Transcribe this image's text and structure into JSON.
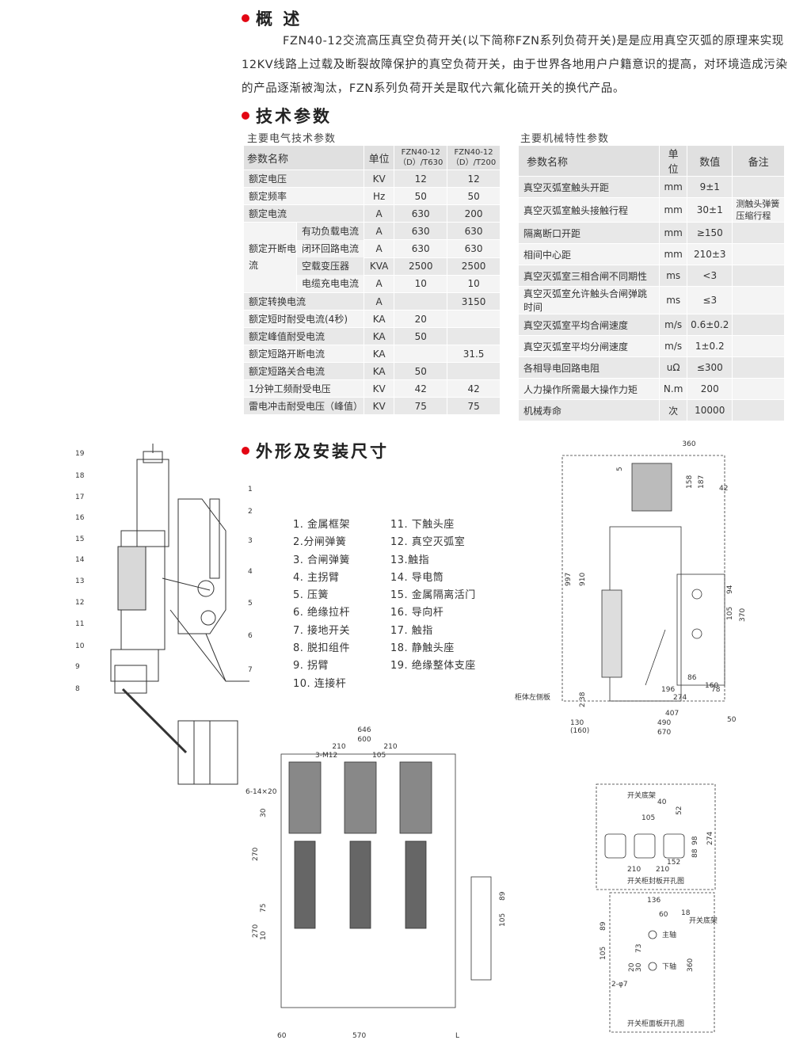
{
  "overview": {
    "title": "概 述",
    "text": "FZN40-12交流高压真空负荷开关(以下简称FZN系列负荷开关)是是应用真空灭弧的原理来实现12KV线路上过载及断裂故障保护的真空负荷开关，由于世界各地用户户籍意识的提高，对环境造成污染的产品逐渐被淘汰，FZN系列负荷开关是取代六氟化硫开关的换代产品。"
  },
  "tech": {
    "title": "技术参数",
    "electrical_caption": "主要电气技术参数",
    "mechanical_caption": "主要机械特性参数"
  },
  "electrical_table": {
    "headers": [
      "参数名称",
      "单位",
      "FZN40-12（D）/T630",
      "FZN40-12（D）/T200"
    ],
    "rows": [
      {
        "name": "额定电压",
        "unit": "KV",
        "a": "12",
        "b": "12"
      },
      {
        "name": "额定频率",
        "unit": "Hz",
        "a": "50",
        "b": "50"
      },
      {
        "name": "额定电流",
        "unit": "A",
        "a": "630",
        "b": "200"
      }
    ],
    "group_name": "额定开断电流",
    "group_rows": [
      {
        "name": "有功负载电流",
        "unit": "A",
        "a": "630",
        "b": "630"
      },
      {
        "name": "闭环回路电流",
        "unit": "A",
        "a": "630",
        "b": "630"
      },
      {
        "name": "空载变压器",
        "unit": "KVA",
        "a": "2500",
        "b": "2500"
      },
      {
        "name": "电缆充电电流",
        "unit": "A",
        "a": "10",
        "b": "10"
      }
    ],
    "rows2": [
      {
        "name": "额定转换电流",
        "unit": "A",
        "a": "",
        "b": "3150"
      },
      {
        "name": "额定短时耐受电流(4秒)",
        "unit": "KA",
        "a": "20",
        "b": ""
      },
      {
        "name": "额定峰值耐受电流",
        "unit": "KA",
        "a": "50",
        "b": ""
      },
      {
        "name": "额定短路开断电流",
        "unit": "KA",
        "a": "",
        "b": "31.5"
      },
      {
        "name": "额定短路关合电流",
        "unit": "KA",
        "a": "50",
        "b": ""
      },
      {
        "name": "1分钟工频耐受电压",
        "unit": "KV",
        "a": "42",
        "b": "42"
      },
      {
        "name": "雷电冲击耐受电压（峰值）",
        "unit": "KV",
        "a": "75",
        "b": "75"
      }
    ]
  },
  "mechanical_table": {
    "headers": [
      "参数名称",
      "单位",
      "数值",
      "备注"
    ],
    "rows": [
      {
        "name": "真空灭弧室触头开距",
        "unit": "mm",
        "value": "9±1",
        "note": ""
      },
      {
        "name": "真空灭弧室触头接触行程",
        "unit": "mm",
        "value": "30±1",
        "note": "测触头弹簧压缩行程"
      },
      {
        "name": "隔离断口开距",
        "unit": "mm",
        "value": "≥150",
        "note": ""
      },
      {
        "name": "相间中心距",
        "unit": "mm",
        "value": "210±3",
        "note": ""
      },
      {
        "name": "真空灭弧室三相合闸不同期性",
        "unit": "ms",
        "value": "<3",
        "note": ""
      },
      {
        "name": "真空灭弧室允许触头合闸弹跳时间",
        "unit": "ms",
        "value": "≤3",
        "note": ""
      },
      {
        "name": "真空灭弧室平均合闸速度",
        "unit": "m/s",
        "value": "0.6±0.2",
        "note": ""
      },
      {
        "name": "真空灭弧室平均分闸速度",
        "unit": "m/s",
        "value": "1±0.2",
        "note": ""
      },
      {
        "name": "各相导电回路电阻",
        "unit": "uΩ",
        "value": "≤300",
        "note": ""
      },
      {
        "name": "人力操作所需最大操作力矩",
        "unit": "N.m",
        "value": "200",
        "note": ""
      },
      {
        "name": "机械寿命",
        "unit": "次",
        "value": "10000",
        "note": ""
      }
    ]
  },
  "dimensions": {
    "title": "外形及安装尺寸",
    "legend_left": [
      "1. 金属框架",
      "2.分闸弹簧",
      "3. 合闸弹簧",
      "4. 主拐臂",
      "5. 压簧",
      "6. 绝缘拉杆",
      "7. 接地开关",
      "8. 脱扣组件",
      "9. 拐臂",
      "10. 连接杆"
    ],
    "legend_right": [
      "11. 下触头座",
      "12. 真空灭弧室",
      "13.触指",
      "14. 导电筒",
      "15. 金属隔离活门",
      "16. 导向杆",
      "17. 触指",
      "18. 静触头座",
      "19. 绝缘整体支座"
    ],
    "side_numbers_left": [
      "19",
      "18",
      "17",
      "16",
      "15",
      "14",
      "13",
      "12",
      "11",
      "10",
      "9",
      "8"
    ],
    "side_numbers_right": [
      "1",
      "2",
      "3",
      "4",
      "5",
      "6",
      "7"
    ],
    "side_view": {
      "top": "360",
      "d5": "5",
      "d158": "158",
      "d187": "187",
      "d42": "42",
      "d997": "997",
      "d910": "910",
      "d94": "94",
      "d105": "105",
      "d370": "370",
      "d86": "86",
      "d160": "160",
      "d196": "196",
      "d78": "78",
      "d274": "274",
      "d2": "2",
      "d38": "38",
      "d407": "407",
      "d130": "130",
      "d160b": "(160)",
      "d490": "490",
      "d50": "50",
      "d670": "670",
      "label": "柜体左侧板"
    },
    "front_view": {
      "d646": "646",
      "d600": "600",
      "d210a": "210",
      "d210b": "210",
      "m12": "3-M12",
      "d105": "105",
      "holes": "6-14×20",
      "d30": "30",
      "d270a": "270",
      "d75": "75",
      "d270b": "270",
      "d10": "10",
      "d89": "89",
      "d105b": "105",
      "d60": "60",
      "d570": "570",
      "L": "L"
    },
    "panel_top": {
      "label_frame": "开关底架",
      "d40": "40",
      "d105": "105",
      "d52": "52",
      "d274": "274",
      "d98": "98",
      "d88": "88",
      "d152": "152",
      "d210a": "210",
      "d210b": "210",
      "caption": "开关柜封板开孔图"
    },
    "panel_bottom": {
      "d136": "136",
      "d60": "60",
      "d18": "18",
      "label_frame": "开关底架",
      "main": "主轴",
      "sub": "下轴",
      "d89": "89",
      "d105": "105",
      "d73": "73",
      "d30": "30",
      "d20": "20",
      "d360": "360",
      "holes": "2-φ7",
      "caption": "开关柜面板开孔图"
    }
  }
}
